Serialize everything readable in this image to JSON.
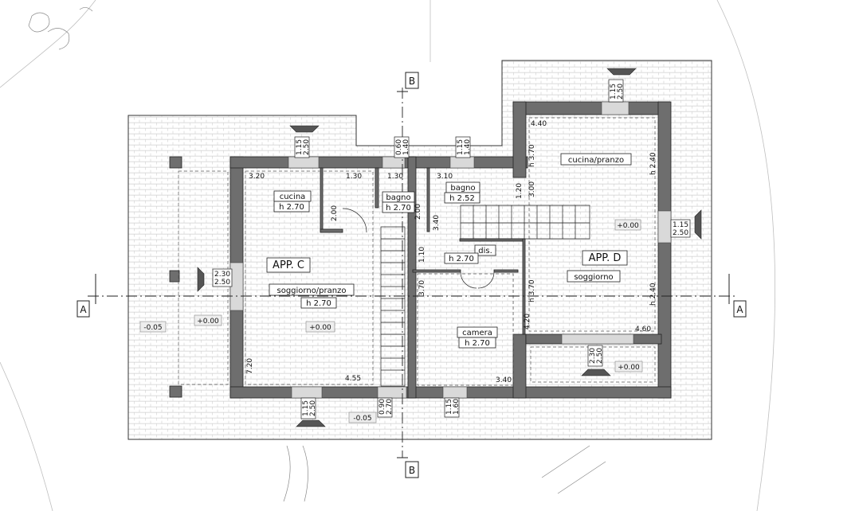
{
  "apartments": {
    "C": {
      "name": "APP. C",
      "living": {
        "name": "soggiorno/pranzo",
        "height": "h  2.70",
        "level": "+0.00"
      },
      "kitchen": {
        "name": "cucina",
        "height": "h  2.70"
      },
      "bath": {
        "name": "bagno",
        "height": "h  2.70"
      },
      "porch_level": "+0.00",
      "outside_level": "-0.05"
    },
    "D": {
      "name": "APP. D",
      "kitchen": {
        "name": "cucina/pranzo",
        "level": "+0.00"
      },
      "living": {
        "name": "soggiorno"
      },
      "bath": {
        "name": "bagno",
        "height": "h  2.52"
      },
      "hall": {
        "name": "dis.",
        "height": "h  2.70"
      },
      "bedroom": {
        "name": "camera",
        "height": "h  2.70"
      },
      "terrace_level": "+0.00"
    }
  },
  "entrance_level": "-0.05",
  "sections": {
    "a_left": "A",
    "a_right": "A",
    "b_top": "B",
    "b_bottom": "B"
  },
  "dimensions": {
    "c_living_top": "3.20",
    "c_living_bottom": "4.55",
    "c_living_side": "7.20",
    "c_kitchen_wall": "2.00",
    "c_kitchen_bath": "1.30",
    "c_bath_width": "1.30",
    "c_bath_depth": "2.00",
    "d_bath_width": "3.10",
    "d_bath_depth": "1.20",
    "d_stair_run": "3.40",
    "d_hall_width": "1.10",
    "d_bed_depth": "3.70",
    "d_bed_width": "3.40",
    "d_kitchen_width": "4.40",
    "d_kitchen_depth": "h  3.70",
    "d_kitchen_right": "h  2.40",
    "d_kitchen_mid": "3.00",
    "d_living_depth": "h  3.70",
    "d_living_right": "h  2.40",
    "d_living_left": "4.20",
    "d_living_bottom": "4.60"
  },
  "windows": {
    "c_kitchen": [
      "1.15",
      "2.50"
    ],
    "c_bath": [
      "0.60",
      "1.40"
    ],
    "d_bath": [
      "1.15",
      "1.40"
    ],
    "d_kitchen_top": [
      "1.15",
      "2.50"
    ],
    "d_kitchen_right": [
      "1.15",
      "2.50"
    ],
    "c_living_left": [
      "2.30",
      "2.50"
    ],
    "c_living_bottom": [
      "1.15",
      "2.50"
    ],
    "entrance": [
      "0.90",
      "2.70"
    ],
    "d_bedroom": [
      "1.15",
      "1.60"
    ],
    "d_living_bottom": [
      "2.30",
      "2.50"
    ]
  },
  "colors": {
    "wall": "#6e6e6e",
    "line": "#111111",
    "paving": "#c8c8c8"
  }
}
